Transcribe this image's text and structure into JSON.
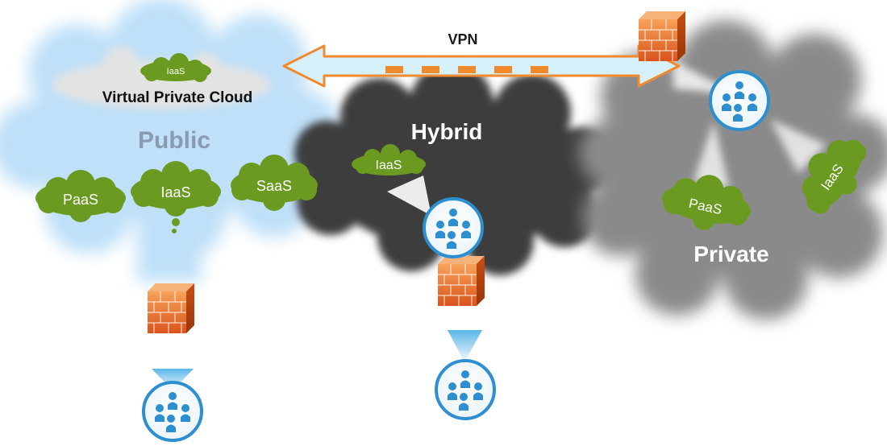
{
  "vpn": {
    "label": "VPN"
  },
  "public_cloud": {
    "label": "Public",
    "vpc": {
      "label": "Virtual Private Cloud",
      "service": "IaaS"
    },
    "services": [
      "PaaS",
      "IaaS",
      "SaaS"
    ]
  },
  "hybrid_cloud": {
    "label": "Hybrid",
    "service": "IaaS"
  },
  "private_cloud": {
    "label": "Private",
    "services": [
      "PaaS",
      "IaaS"
    ]
  },
  "colors": {
    "public_cloud": "#bfe0f8",
    "hybrid_cloud": "#3c3c3c",
    "private_cloud": "#8a8a8a",
    "service_cloud": "#6a9a1f",
    "vpn_arrow_fill": "#d6f0fa",
    "vpn_arrow_stroke": "#f08a2c",
    "user_group": "#2d8fd0",
    "firewall": "#e8662a"
  },
  "icons": [
    "firewall-icon",
    "user-group-icon",
    "vpn-arrow-icon"
  ]
}
